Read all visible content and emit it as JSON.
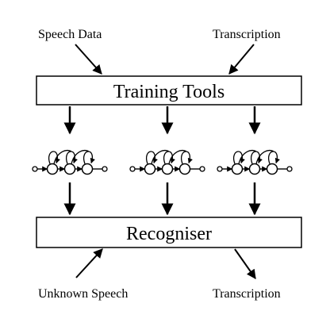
{
  "inputs": {
    "speech_data": "Speech Data",
    "transcription_in": "Transcription",
    "unknown_speech": "Unknown Speech",
    "transcription_out": "Transcription"
  },
  "boxes": {
    "training_tools": "Training Tools",
    "recogniser": "Recogniser"
  },
  "hmm_models": [
    {
      "states": 3
    },
    {
      "states": 3
    },
    {
      "states": 3
    }
  ]
}
